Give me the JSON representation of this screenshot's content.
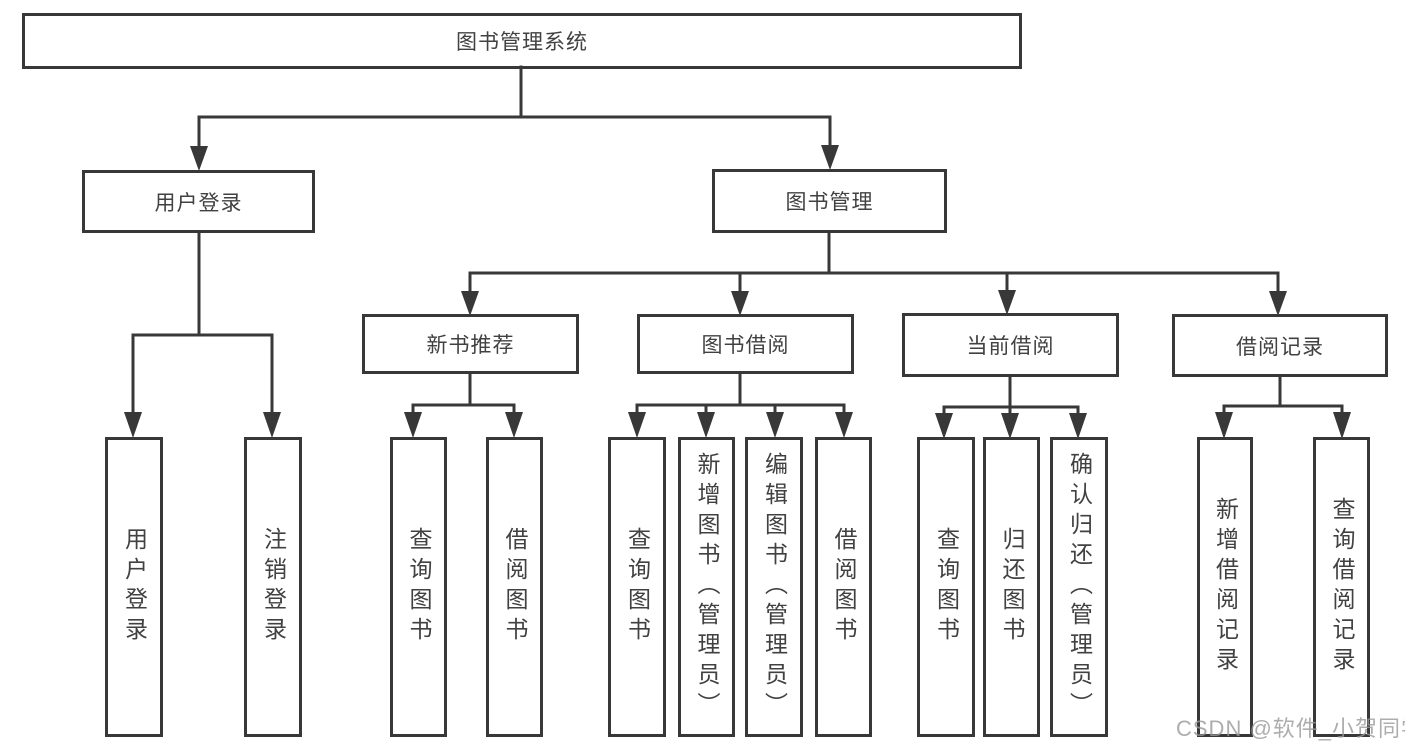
{
  "nodes": {
    "root": "图书管理系统",
    "user_login": "用户登录",
    "book_mgmt": "图书管理",
    "new_book_rec": "新书推荐",
    "book_borrow": "图书借阅",
    "current_borrow": "当前借阅",
    "borrow_records": "借阅记录",
    "leaf_user_login": "用户登录",
    "leaf_logout": "注销登录",
    "leaf_rec_query": "查询图书",
    "leaf_rec_borrow": "借阅图书",
    "leaf_bb_query": "查询图书",
    "leaf_bb_add": "新增图书（管理员）",
    "leaf_bb_edit": "编辑图书（管理员）",
    "leaf_bb_borrow": "借阅图书",
    "leaf_cb_query": "查询图书",
    "leaf_cb_return": "归还图书",
    "leaf_cb_confirm": "确认归还（管理员）",
    "leaf_br_add": "新增借阅记录",
    "leaf_br_query": "查询借阅记录"
  },
  "hierarchy": {
    "图书管理系统": {
      "用户登录": [
        "用户登录",
        "注销登录"
      ],
      "图书管理": {
        "新书推荐": [
          "查询图书",
          "借阅图书"
        ],
        "图书借阅": [
          "查询图书",
          "新增图书（管理员）",
          "编辑图书（管理员）",
          "借阅图书"
        ],
        "当前借阅": [
          "查询图书",
          "归还图书",
          "确认归还（管理员）"
        ],
        "借阅记录": [
          "新增借阅记录",
          "查询借阅记录"
        ]
      }
    }
  },
  "watermark": "CSDN @软件_小贺同学",
  "colors": {
    "line": "#383838",
    "border": "#383838",
    "text": "#414141",
    "watermark": "#989898",
    "background": "#ffffff"
  }
}
